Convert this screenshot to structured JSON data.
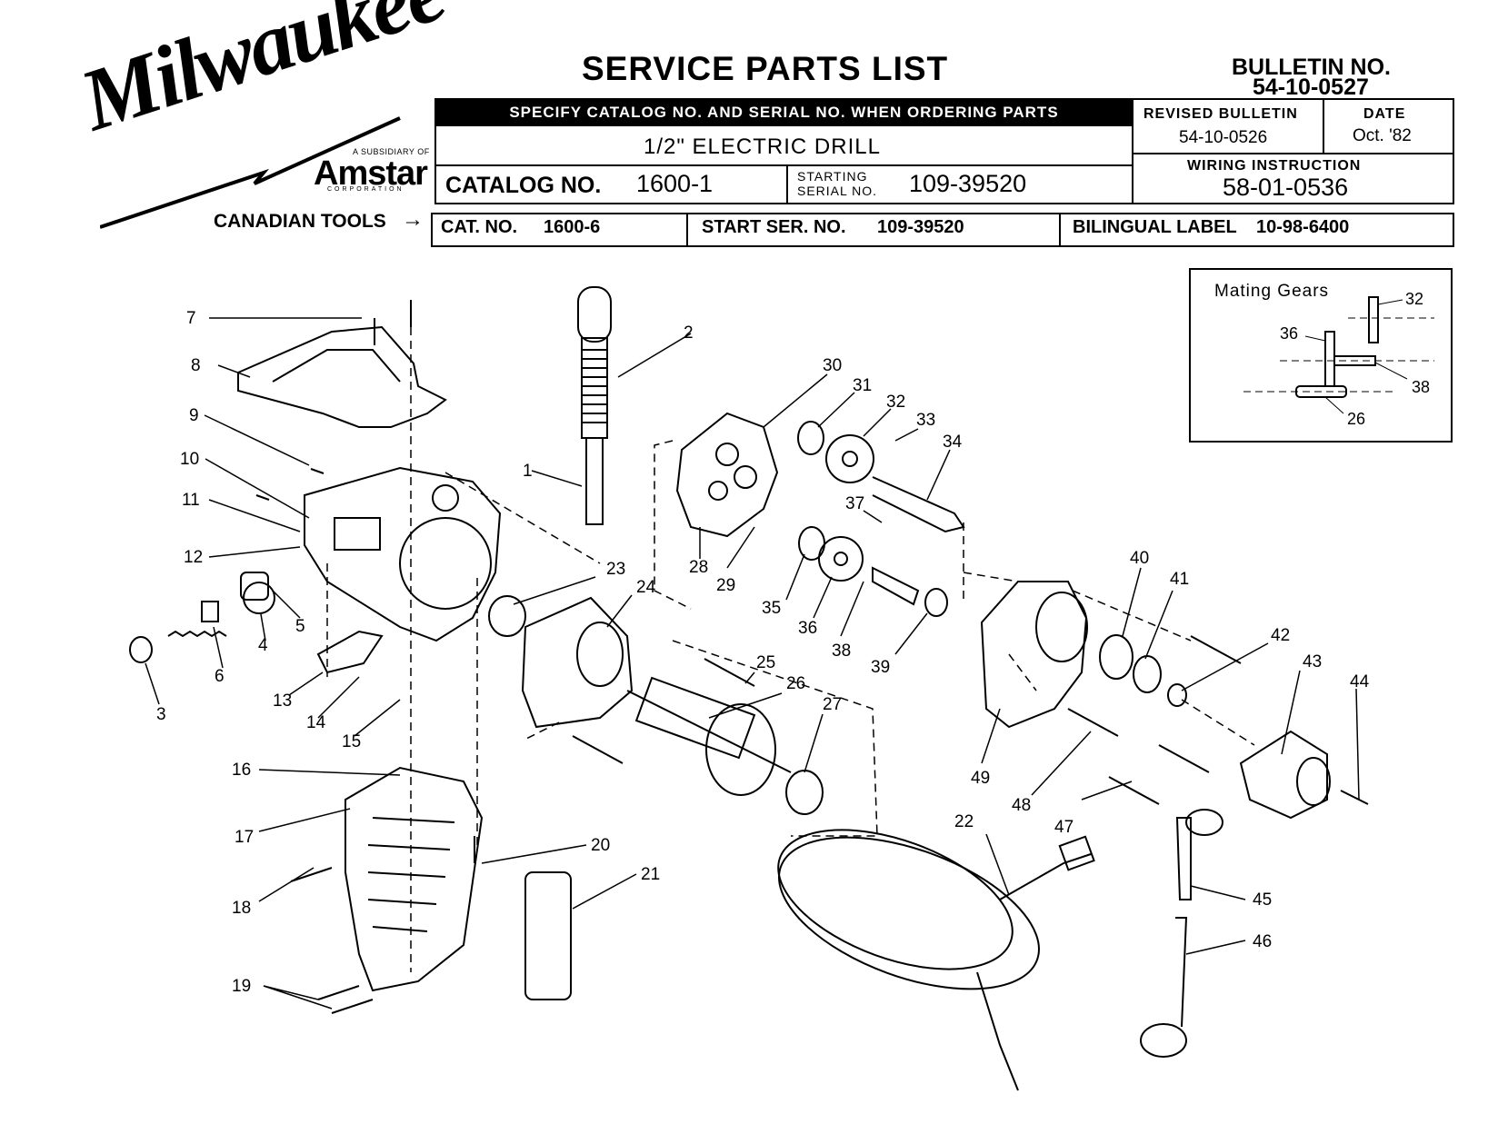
{
  "header": {
    "brand": "Milwaukee",
    "subsidiary": "A SUBSIDIARY OF",
    "parent": "Amstar",
    "parent_sub": "CORPORATION",
    "canadian": "CANADIAN TOOLS",
    "title": "SERVICE PARTS LIST",
    "bulletin_label": "BULLETIN NO.",
    "bulletin_no": "54-10-0527"
  },
  "info": {
    "specify": "SPECIFY CATALOG NO. AND SERIAL NO. WHEN ORDERING PARTS",
    "product": "1/2\" ELECTRIC DRILL",
    "catalog_label": "CATALOG NO.",
    "catalog_no": "1600-1",
    "starting_label_1": "STARTING",
    "starting_label_2": "SERIAL NO.",
    "starting_serial": "109-39520",
    "revised_label": "REVISED BULLETIN",
    "revised_no": "54-10-0526",
    "date_label": "DATE",
    "date_value": "Oct. '82",
    "wiring_label": "WIRING INSTRUCTION",
    "wiring_no": "58-01-0536",
    "cat_label": "CAT. NO.",
    "cat_no": "1600-6",
    "start_ser_label": "START SER. NO.",
    "start_ser_no": "109-39520",
    "bilingual_label": "BILINGUAL LABEL",
    "bilingual_no": "10-98-6400"
  },
  "inset": {
    "title": "Mating Gears",
    "labels": [
      "32",
      "36",
      "38",
      "26"
    ]
  },
  "parts": [
    "1",
    "2",
    "3",
    "4",
    "5",
    "6",
    "7",
    "8",
    "9",
    "10",
    "11",
    "12",
    "13",
    "14",
    "15",
    "16",
    "17",
    "18",
    "19",
    "20",
    "21",
    "22",
    "23",
    "24",
    "25",
    "26",
    "27",
    "28",
    "29",
    "30",
    "31",
    "32",
    "33",
    "34",
    "35",
    "36",
    "37",
    "38",
    "39",
    "40",
    "41",
    "42",
    "43",
    "44",
    "45",
    "46",
    "47",
    "48",
    "49"
  ]
}
